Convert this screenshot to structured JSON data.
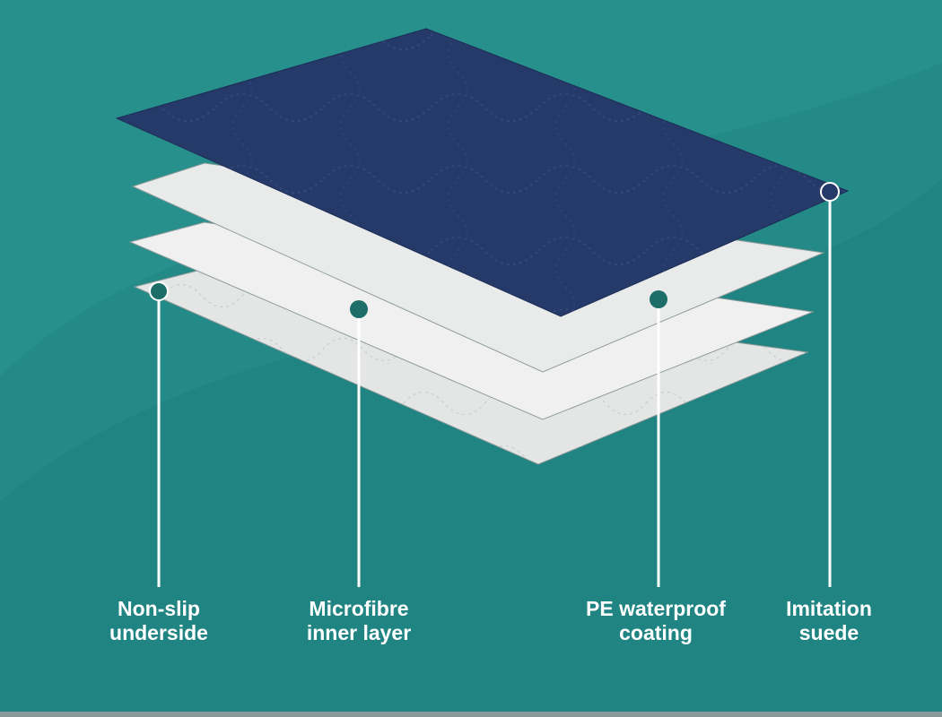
{
  "layers": [
    {
      "id": "imitation-suede",
      "line1": "Imitation",
      "line2": "suede",
      "fill": "#263a6a"
    },
    {
      "id": "pe-waterproof-coating",
      "line1": "PE waterproof",
      "line2": "coating",
      "fill": "#e9ebeb"
    },
    {
      "id": "microfibre-inner-layer",
      "line1": "Microfibre",
      "line2": "inner layer",
      "fill": "#f0f0f0"
    },
    {
      "id": "non-slip-underside",
      "line1": "Non-slip",
      "line2": "underside",
      "fill": "#e4e6e6"
    }
  ],
  "colors": {
    "background": "#238a87",
    "background_dark": "#1e7b79",
    "marker_fill": "#1d6d69",
    "line": "#ffffff"
  }
}
